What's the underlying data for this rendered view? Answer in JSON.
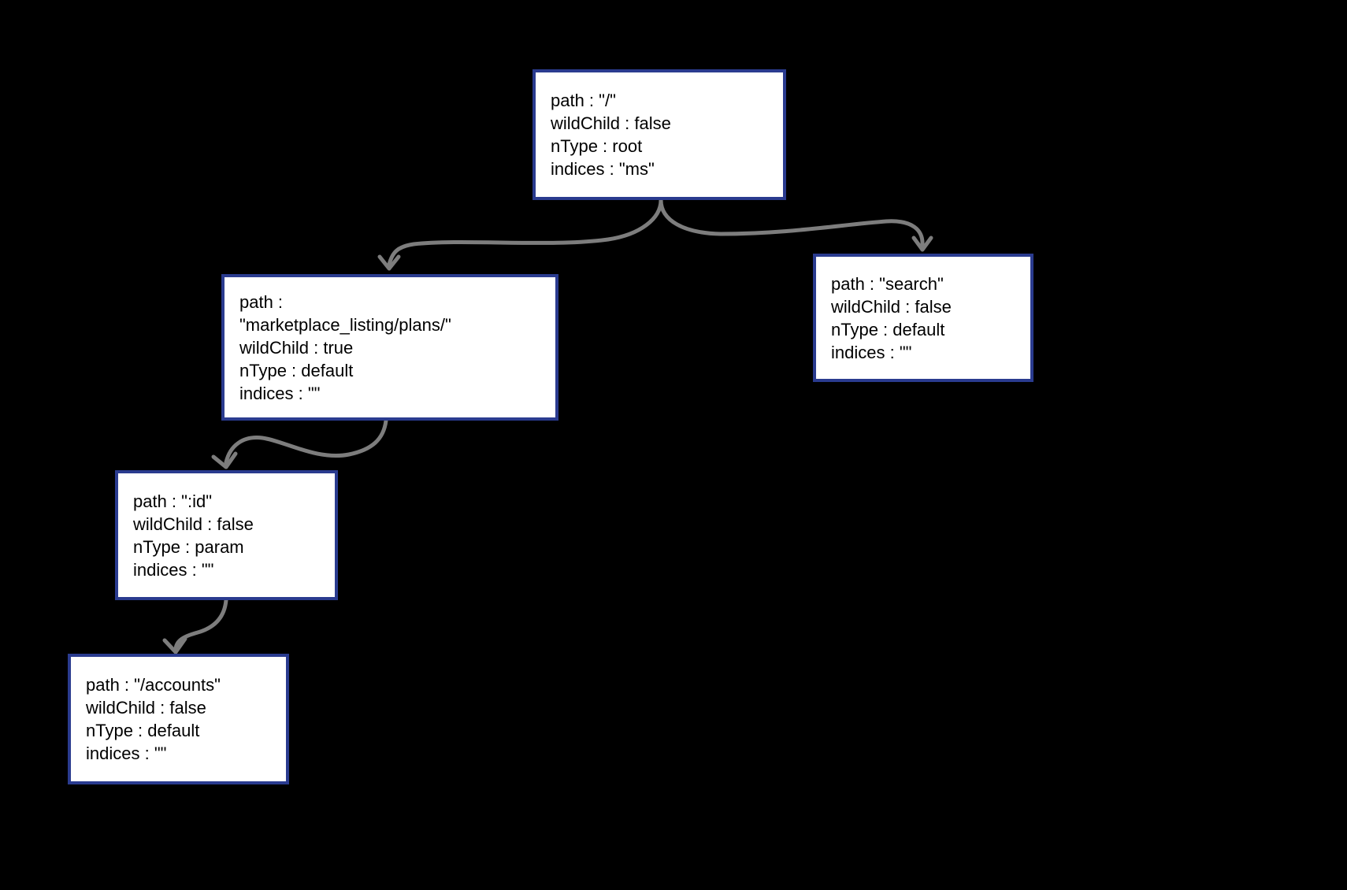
{
  "colors": {
    "background": "#000000",
    "node_fill": "#ffffff",
    "node_border": "#2a3b8f",
    "edge": "#7d7d7d",
    "text": "#000000"
  },
  "nodes": {
    "root": {
      "lines": [
        "path : \"/\"",
        "wildChild : false",
        "nType : root",
        "indices : \"ms\""
      ]
    },
    "marketplace": {
      "lines": [
        "path :",
        "\"marketplace_listing/plans/\"",
        "wildChild : true",
        "nType : default",
        "indices : \"\""
      ]
    },
    "search": {
      "lines": [
        "path : \"search\"",
        "wildChild : false",
        "nType : default",
        "indices : \"\""
      ]
    },
    "param_id": {
      "lines": [
        "path : \":id\"",
        "wildChild : false",
        "nType : param",
        "indices : \"\""
      ]
    },
    "accounts": {
      "lines": [
        "path : \"/accounts\"",
        "wildChild : false",
        "nType : default",
        "indices : \"\""
      ]
    }
  }
}
